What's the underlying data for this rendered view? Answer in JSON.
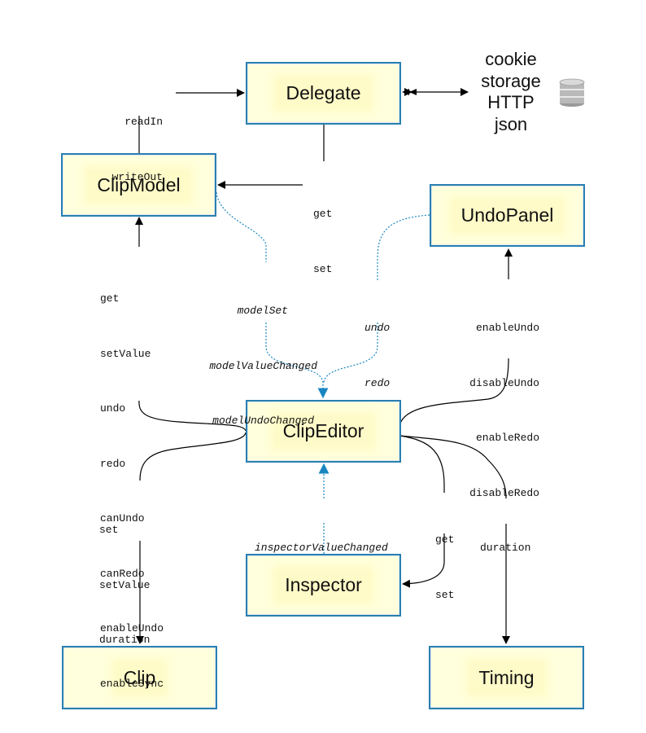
{
  "nodes": {
    "delegate": "Delegate",
    "clip_model": "ClipModel",
    "undo_panel": "UndoPanel",
    "clip_editor": "ClipEditor",
    "inspector": "Inspector",
    "clip": "Clip",
    "timing": "Timing"
  },
  "storage_labels": [
    "cookie",
    "storage",
    "HTTP",
    "json"
  ],
  "storage_icon": "database-icon",
  "edge_labels": {
    "read_write": [
      "readIn",
      "writeOut"
    ],
    "delegate_to_model": [
      "get",
      "set"
    ],
    "model_signals": [
      "modelSet",
      "modelValueChanged",
      "modelUndoChanged"
    ],
    "undo_signals": [
      "undo",
      "redo"
    ],
    "editor_to_model": [
      "get",
      "setValue",
      "undo",
      "redo",
      "canUndo",
      "canRedo",
      "enableUndo",
      "enableSync"
    ],
    "editor_to_undopanel": [
      "enableUndo",
      "disableUndo",
      "enableRedo",
      "disableRedo"
    ],
    "editor_to_clip": [
      "set",
      "setValue",
      "duration"
    ],
    "inspector_signal": [
      "inspectorValueChanged"
    ],
    "editor_to_inspector": [
      "get",
      "set"
    ],
    "editor_to_timing": [
      "duration"
    ]
  },
  "colors": {
    "box_fill": "#ffffdd",
    "box_border": "#2a7fb0",
    "signal_line": "#1a86c0",
    "call_line": "#000000"
  }
}
